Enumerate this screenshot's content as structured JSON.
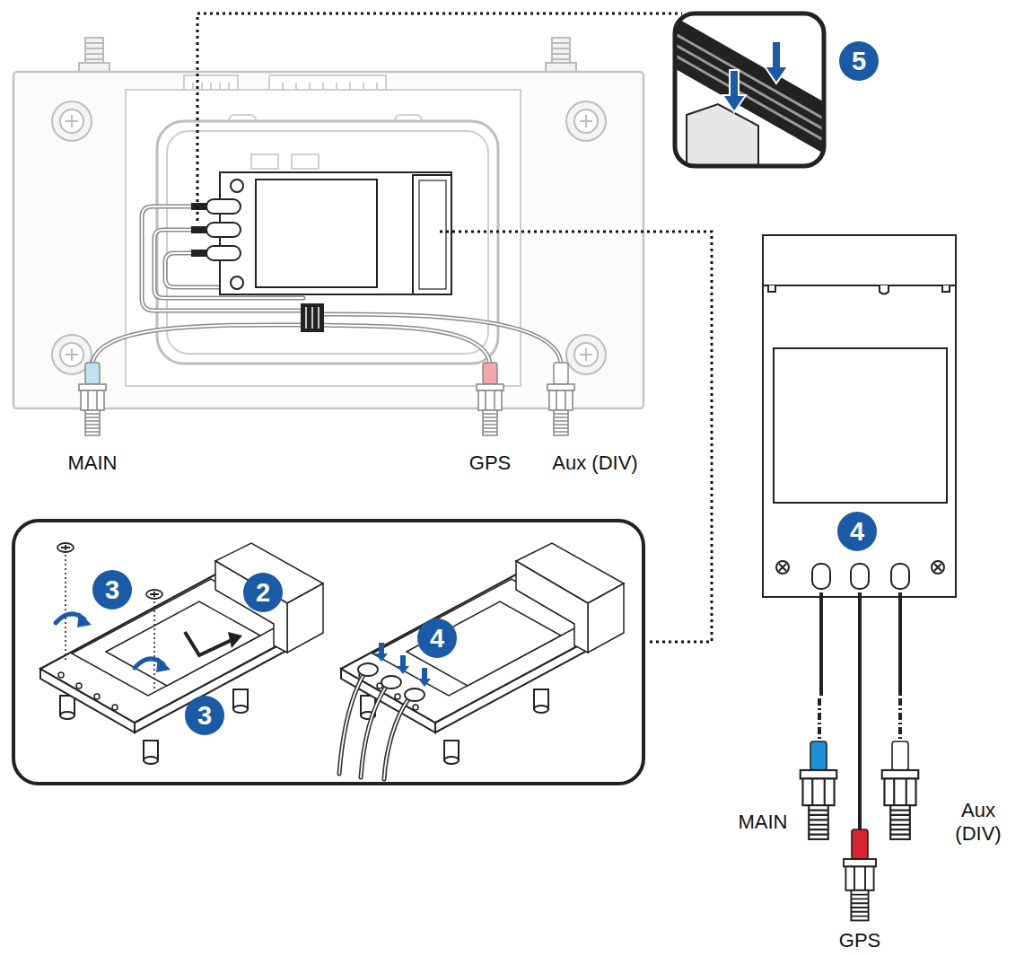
{
  "diagram": {
    "labels": [
      "5",
      "MAIN",
      "GPS",
      "Aux (DIV)",
      "4",
      "3",
      "2",
      "4",
      "3",
      "MAIN",
      "Aux (DIV)",
      "GPS"
    ]
  }
}
